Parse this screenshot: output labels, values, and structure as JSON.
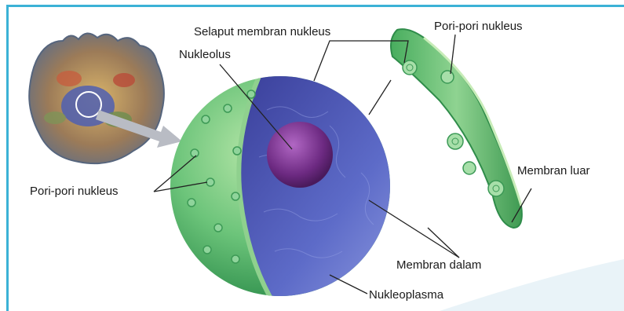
{
  "labels": {
    "nuclear_envelope": "Selaput membran nukleus",
    "nucleolus": "Nukleolus",
    "pores_top": "Pori-pori nukleus",
    "pores_left": "Pori-pori nukleus",
    "outer_membrane": "Membran luar",
    "inner_membrane": "Membran dalam",
    "nucleoplasm": "Nukleoplasma"
  },
  "colors": {
    "frame_border": "#3bb2d6",
    "envelope_green": "#6cc47a",
    "nucleoplasm_blue": "#5a66c4",
    "nucleolus_purple": "#7a2f8c",
    "leader_line": "#222222"
  }
}
